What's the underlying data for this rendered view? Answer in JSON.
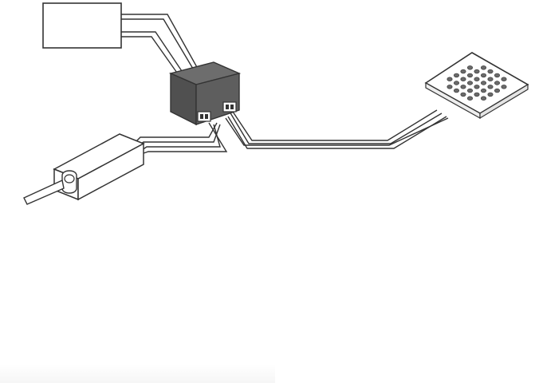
{
  "diagram": {
    "components": [
      {
        "id": "switch-box",
        "icon": "rectangle-box-icon"
      },
      {
        "id": "led-driver",
        "icon": "led-driver-icon"
      },
      {
        "id": "control-module",
        "icon": "junction-box-icon"
      },
      {
        "id": "led-panel",
        "icon": "led-panel-icon"
      }
    ],
    "colors": {
      "outline": "#333333",
      "module_fill": "#555555",
      "module_top": "#686868",
      "led_dot": "#6a6a6a",
      "background": "#ffffff"
    }
  }
}
